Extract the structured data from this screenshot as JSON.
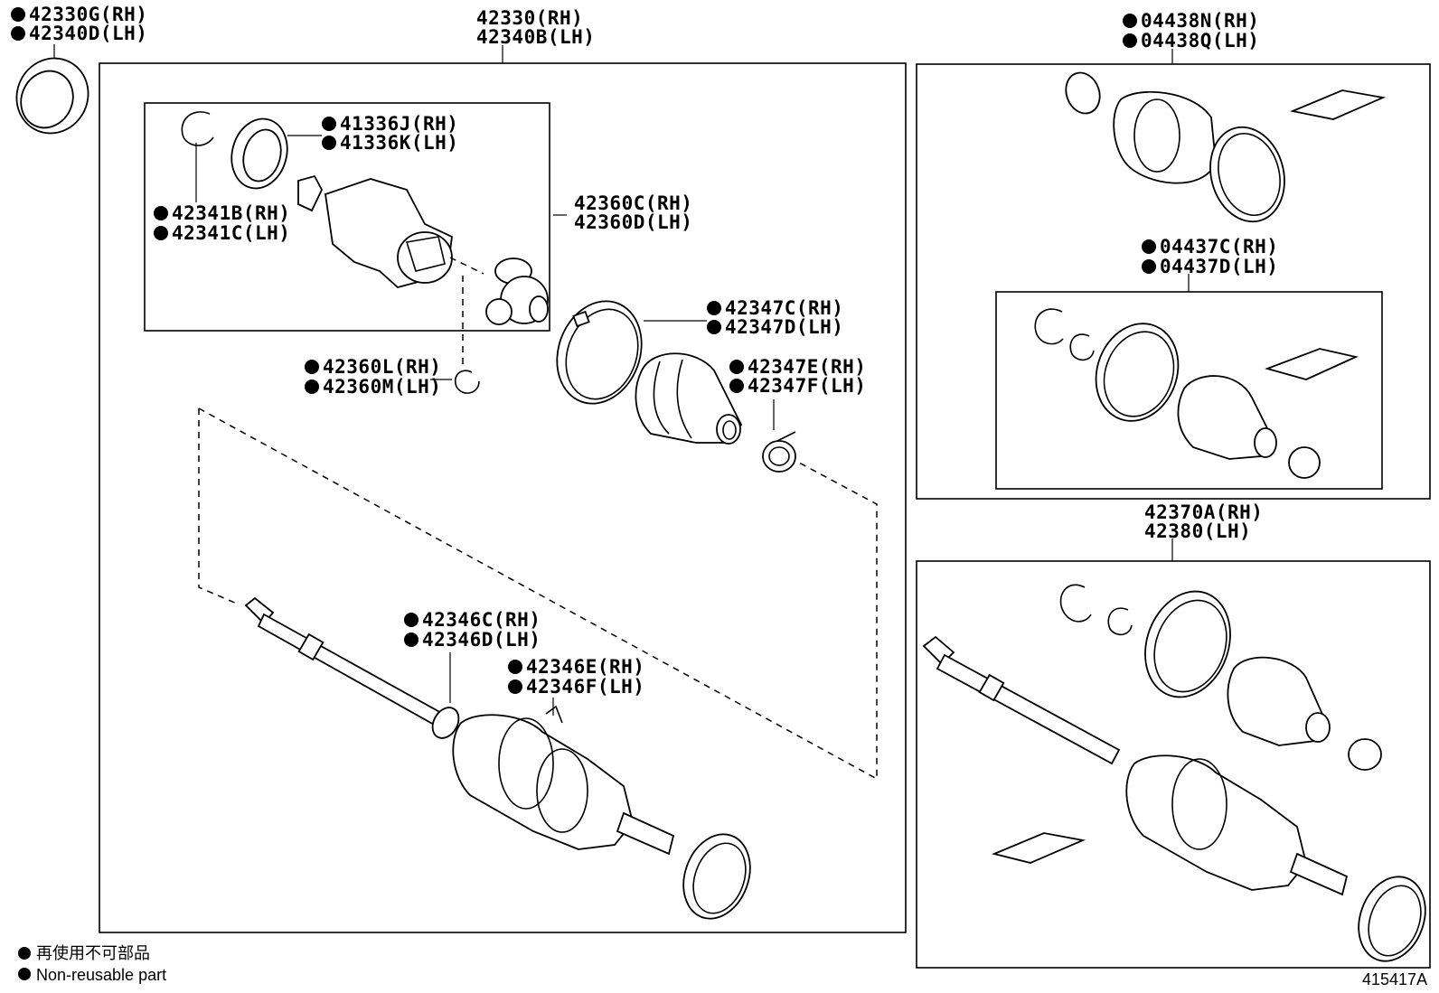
{
  "diagram_id": "415417A",
  "legend": {
    "japanese": "再使用不可部品",
    "english": "Non-reusable part"
  },
  "labels": {
    "outer_seal_rh": "42330G(RH)",
    "outer_seal_lh": "42340D(LH)",
    "shaft_rh": "42330(RH)",
    "shaft_lh": "42340B(LH)",
    "dust_seal_rh": "41336J(RH)",
    "dust_seal_lh": "41336K(LH)",
    "snap_ring_rh": "42341B(RH)",
    "snap_ring_lh": "42341C(LH)",
    "inboard_joint_rh": "42360C(RH)",
    "inboard_joint_lh": "42360D(LH)",
    "inner_clip_rh": "42360L(RH)",
    "inner_clip_lh": "42360M(LH)",
    "boot_clamp_rh": "42347C(RH)",
    "boot_clamp_lh": "42347D(LH)",
    "small_clamp_rh": "42347E(RH)",
    "small_clamp_lh": "42347F(LH)",
    "outboard_clamp_rh": "42346C(RH)",
    "outboard_clamp_lh": "42346D(LH)",
    "outboard_band_rh": "42346E(RH)",
    "outboard_band_lh": "42346F(LH)",
    "boot_kit_outer_rh": "04438N(RH)",
    "boot_kit_outer_lh": "04438Q(LH)",
    "boot_kit_inner_rh": "04437C(RH)",
    "boot_kit_inner_lh": "04437D(LH)",
    "shaft_assy_rh": "42370A(RH)",
    "shaft_assy_lh": "42380(LH)"
  },
  "icons": [
    "non-reusable-dot-icon"
  ]
}
